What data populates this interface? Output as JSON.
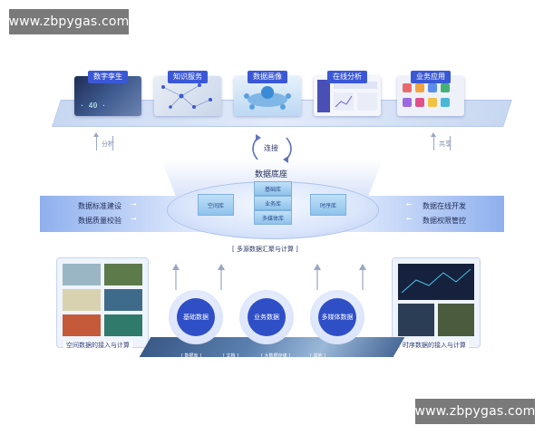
{
  "watermarks": [
    "www.zbpygas.com",
    "www.zbpygas.com"
  ],
  "top_tiles": [
    {
      "label": "数字孪生"
    },
    {
      "label": "知识服务"
    },
    {
      "label": "数据画像"
    },
    {
      "label": "在线分析"
    },
    {
      "label": "业务应用"
    }
  ],
  "connect_label": "连接",
  "left_vertical_label": "分析",
  "right_vertical_label": "共享",
  "platform_title": "数据底座",
  "left_band": [
    "数据标准建设",
    "数据质量校验"
  ],
  "right_band": [
    "数据在线开发",
    "数据权限管控"
  ],
  "cubes": {
    "left": "空间库",
    "center": [
      "基础库",
      "业务库",
      "多媒体库"
    ],
    "right": "时序库"
  },
  "aggregate_label": "[ 多源数据汇聚与计算 ]",
  "left_panel_label": "空间数据的接入与计算",
  "right_panel_label": "时序数据的接入与计算",
  "circles": [
    "基础数据",
    "业务数据",
    "多媒体数据"
  ],
  "base_labels": [
    "[ 数据库 ]",
    "[ 文档 ]",
    "[ 大数据存储 ]",
    "[ 其他 ]"
  ],
  "colors": {
    "accent": "#3a58d6",
    "circle": "#2f4fc7",
    "band": "#8fb0ee"
  }
}
